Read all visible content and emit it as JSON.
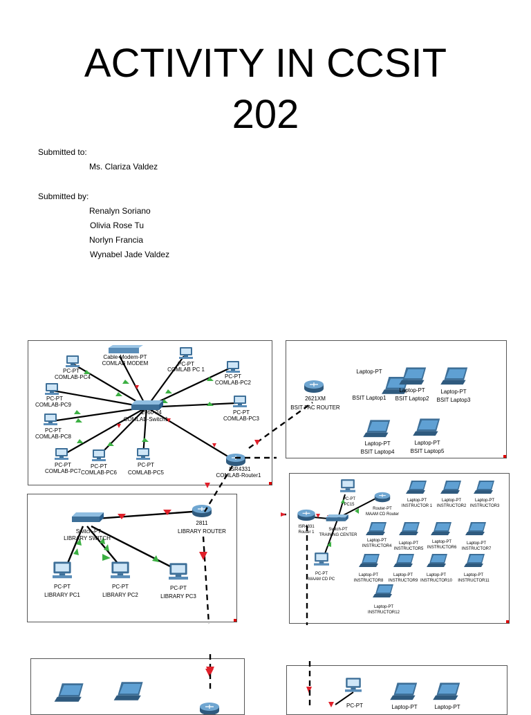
{
  "title": {
    "line1": "ACTIVITY IN CCSIT",
    "line2": "202"
  },
  "submitted_to": {
    "label": "Submitted to:",
    "name": "Ms. Clariza Valdez"
  },
  "submitted_by": {
    "label": "Submitted by:",
    "names": [
      "Renalyn Soriano",
      "Olivia Rose Tu",
      "Norlyn Francia",
      "Wynabel Jade Valdez"
    ]
  },
  "comlab": {
    "modem": [
      "Cable-Modem-PT",
      "COMLAB MODEM"
    ],
    "pc1": [
      "PC-PT",
      "COMLAB PC 1"
    ],
    "pc2": [
      "PC-PT",
      "COMLAB-PC2"
    ],
    "pc3": [
      "PC-PT",
      "COMLAB-PC3"
    ],
    "pc4": [
      "PC-PT",
      "COMLAB-PC4"
    ],
    "pc5": [
      "PC-PT",
      "COMLAB-PC5"
    ],
    "pc6": [
      "PC-PT",
      "COMLAB-PC6"
    ],
    "pc7": [
      "PC-PT",
      "COMLAB-PC7"
    ],
    "pc8": [
      "PC-PT",
      "COMLAB-PC8"
    ],
    "pc9": [
      "PC-PT",
      "COMLAB-PC9"
    ],
    "switch": [
      "2960-24",
      "COMLAB-Switch1"
    ],
    "router": [
      "ISR4331",
      "COMLAB-Router1"
    ]
  },
  "bsit": {
    "router": [
      "2621XM",
      "BSIT FAC ROUTER"
    ],
    "laptops": [
      [
        "Laptop-PT",
        "BSIT Laptop1"
      ],
      [
        "Laptop-PT",
        "BSIT Laptop2"
      ],
      [
        "Laptop-PT",
        "BSIT Laptop3"
      ],
      [
        "Laptop-PT",
        "BSIT Laptop4"
      ],
      [
        "Laptop-PT",
        "BSIT Laptop5"
      ]
    ]
  },
  "library": {
    "switch": [
      "Switch-PT",
      "LIBRARY SWITCH"
    ],
    "router": [
      "2811",
      "LIBRARY ROUTER"
    ],
    "pcs": [
      [
        "PC-PT",
        "LIBRARY PC1"
      ],
      [
        "PC-PT",
        "LIBRARY PC2"
      ],
      [
        "PC-PT",
        "LIBRARY PC3"
      ]
    ]
  },
  "training": {
    "router": [
      "ISR4331",
      "Router 1"
    ],
    "switch": [
      "Switch-PT",
      "TRAINING CENTER"
    ],
    "pc15": [
      "PC-PT",
      "PC15"
    ],
    "cd_router": [
      "Router-PT",
      "MAAM CD Router"
    ],
    "cd_pc": [
      "PC-PT",
      "MAAM CD PC"
    ],
    "laptops": [
      [
        "Laptop-PT",
        "INSTRUCTOR 1"
      ],
      [
        "Laptop-PT",
        "INSTRUCTOR2"
      ],
      [
        "Laptop-PT",
        "INSTRUCTOR3"
      ],
      [
        "Laptop-PT",
        "INSTRUCTOR4"
      ],
      [
        "Laptop-PT",
        "INSTRUCTOR5"
      ],
      [
        "Laptop-PT",
        "INSTRUCTOR6"
      ],
      [
        "Laptop-PT",
        "INSTRUCTOR7"
      ],
      [
        "Laptop-PT",
        "INSTRUCTOR8"
      ],
      [
        "Laptop-PT",
        "INSTRUCTOR9"
      ],
      [
        "Laptop-PT",
        "INSTRUCTOR10"
      ],
      [
        "Laptop-PT",
        "INSTRUCTOR11"
      ],
      [
        "Laptop-PT",
        "INSTRUCTOR12"
      ]
    ]
  },
  "bottom_right": {
    "pc": [
      "PC-PT"
    ],
    "laptops": [
      [
        "Laptop-PT"
      ],
      [
        "Laptop-PT"
      ]
    ]
  },
  "colors": {
    "link_up": "#3cb043",
    "link_down": "#e0202a",
    "device_blue": "#4a8fc4",
    "device_dark": "#2b5f8c"
  }
}
